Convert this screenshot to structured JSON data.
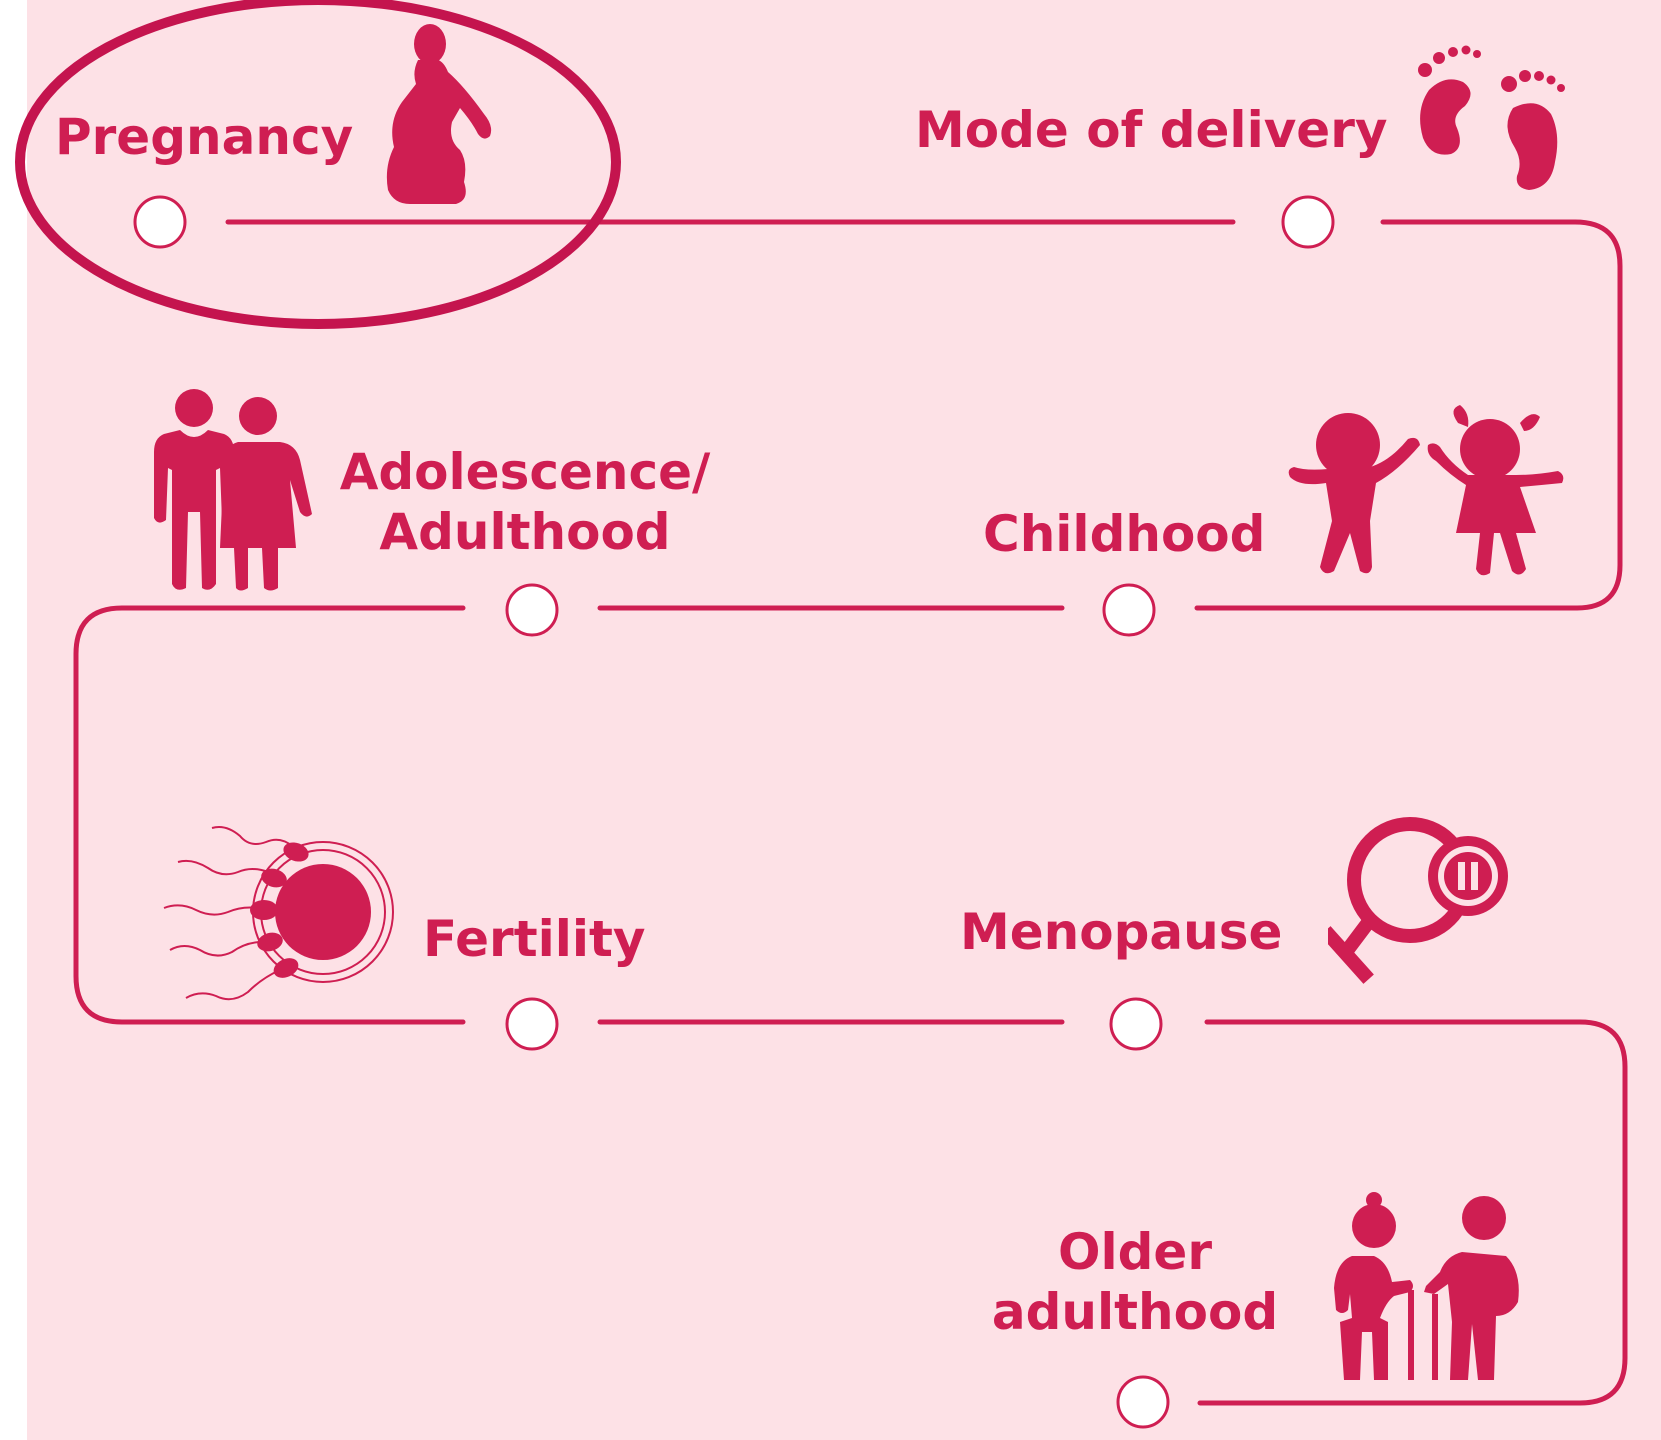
{
  "stages": [
    {
      "id": "pregnancy",
      "label": "Pregnancy",
      "icon": "pregnant-woman-icon",
      "highlighted": true
    },
    {
      "id": "mode-of-delivery",
      "label": "Mode of delivery",
      "icon": "baby-footprints-icon"
    },
    {
      "id": "childhood",
      "label": "Childhood",
      "icon": "children-playing-icon"
    },
    {
      "id": "adolescence",
      "label_line1": "Adolescence/",
      "label_line2": "Adulthood",
      "icon": "couple-icon"
    },
    {
      "id": "fertility",
      "label": "Fertility",
      "icon": "sperm-egg-icon"
    },
    {
      "id": "menopause",
      "label": "Menopause",
      "icon": "female-symbol-pause-icon"
    },
    {
      "id": "older-adulthood",
      "label_line1": "Older",
      "label_line2": "adulthood",
      "icon": "elderly-couple-icon"
    }
  ],
  "colors": {
    "accent": "#cf1e52",
    "background": "#fde1e6",
    "node_fill": "#ffffff"
  }
}
